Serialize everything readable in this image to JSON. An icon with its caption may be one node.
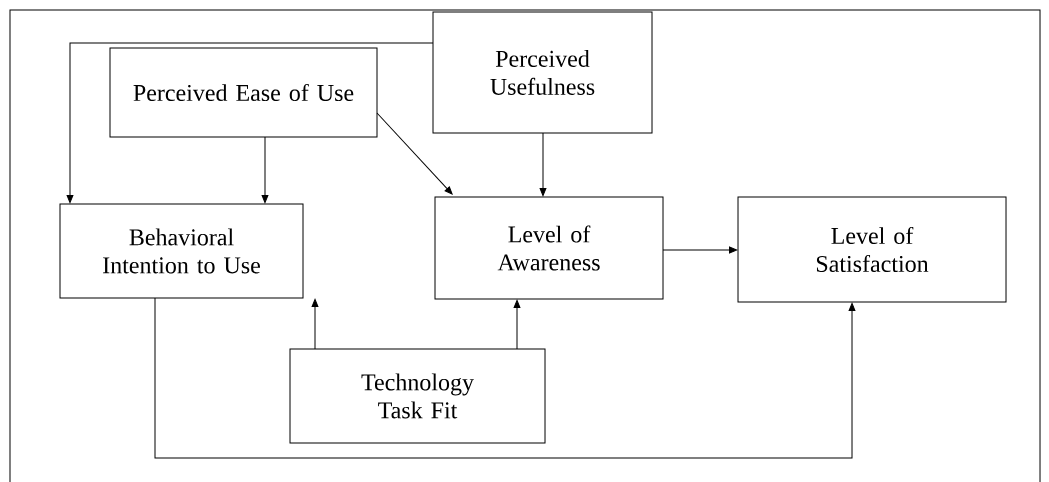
{
  "diagram": {
    "nodes": [
      {
        "text": [
          "Perceived Usefulness"
        ]
      },
      {
        "text": [
          "Perceived Ease of Use"
        ]
      },
      {
        "text": [
          "Behavioral Intention to Use"
        ]
      },
      {
        "text": [
          "Level of Awareness"
        ]
      },
      {
        "text": [
          "Level of Satisfaction"
        ]
      },
      {
        "text": [
          "Technology Task Fit"
        ]
      }
    ],
    "edges": [
      {
        "from": 0,
        "to": 2,
        "arrow": "to"
      },
      {
        "from": 1,
        "to": 2,
        "arrow": "to"
      },
      {
        "from": 1,
        "to": 3,
        "arrow": "to"
      },
      {
        "from": 0,
        "to": 3,
        "arrow": "to"
      },
      {
        "from": 3,
        "to": 4,
        "arrow": "to"
      },
      {
        "from": 5,
        "to": 2,
        "arrow": "to"
      },
      {
        "from": 5,
        "to": 3,
        "arrow": "to"
      },
      {
        "from": 2,
        "to": 4,
        "arrow": "to"
      }
    ]
  }
}
